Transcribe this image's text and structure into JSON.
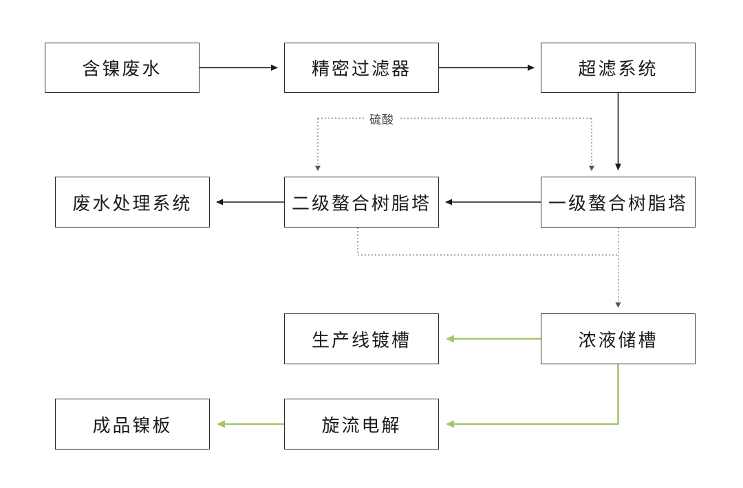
{
  "diagram": {
    "type": "flowchart",
    "nodes": [
      {
        "id": "nickel-wastewater",
        "label": "含镍废水"
      },
      {
        "id": "precision-filter",
        "label": "精密过滤器"
      },
      {
        "id": "ultrafiltration-system",
        "label": "超滤系统"
      },
      {
        "id": "wastewater-treatment-system",
        "label": "废水处理系统"
      },
      {
        "id": "secondary-chelating-resin-tower",
        "label": "二级螯合树脂塔"
      },
      {
        "id": "primary-chelating-resin-tower",
        "label": "一级螯合树脂塔"
      },
      {
        "id": "production-line-plating-tank",
        "label": "生产线镀槽"
      },
      {
        "id": "concentrate-storage-tank",
        "label": "浓液储槽"
      },
      {
        "id": "finished-nickel-plate",
        "label": "成品镍板"
      },
      {
        "id": "cyclone-electrolysis",
        "label": "旋流电解"
      }
    ],
    "annotations": {
      "sulfuric_acid": "硫酸"
    },
    "edges": [
      {
        "from": "含镍废水",
        "to": "精密过滤器",
        "style": "solid-black"
      },
      {
        "from": "精密过滤器",
        "to": "超滤系统",
        "style": "solid-black"
      },
      {
        "from": "超滤系统",
        "to": "一级螯合树脂塔",
        "style": "solid-black"
      },
      {
        "from": "一级螯合树脂塔",
        "to": "二级螯合树脂塔",
        "style": "solid-black"
      },
      {
        "from": "二级螯合树脂塔",
        "to": "废水处理系统",
        "style": "solid-black"
      },
      {
        "from": "硫酸",
        "to": "二级螯合树脂塔",
        "style": "dotted"
      },
      {
        "from": "硫酸",
        "to": "一级螯合树脂塔",
        "style": "dotted"
      },
      {
        "from": "二级螯合树脂塔",
        "to": "浓液储槽",
        "style": "dotted"
      },
      {
        "from": "一级螯合树脂塔",
        "to": "浓液储槽",
        "style": "dotted"
      },
      {
        "from": "浓液储槽",
        "to": "生产线镀槽",
        "style": "green"
      },
      {
        "from": "浓液储槽",
        "to": "旋流电解",
        "style": "green"
      },
      {
        "from": "旋流电解",
        "to": "成品镍板",
        "style": "green"
      }
    ],
    "colors": {
      "arrow_black": "#1a1a1a",
      "arrow_dotted": "#555555",
      "arrow_green": "#a5c76a",
      "box_border": "#2b2b2b",
      "background": "#ffffff",
      "text": "#1a1a1a"
    }
  }
}
